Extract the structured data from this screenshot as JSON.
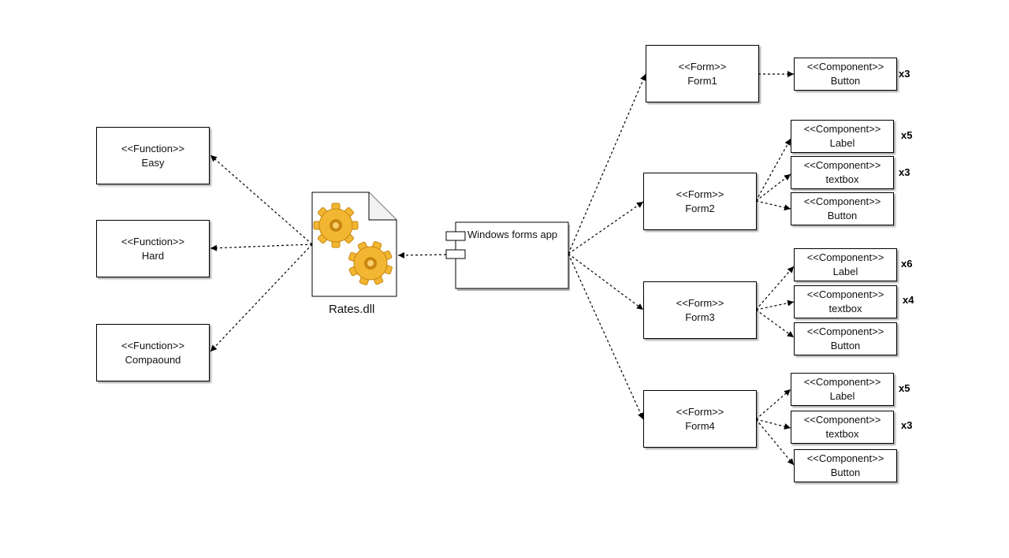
{
  "functions": [
    {
      "stereotype": "<<Function>>",
      "name": "Easy"
    },
    {
      "stereotype": "<<Function>>",
      "name": "Hard"
    },
    {
      "stereotype": "<<Function>>",
      "name": "Compaound"
    }
  ],
  "library": {
    "name": "Rates.dll"
  },
  "app": {
    "name": "Windows forms app"
  },
  "forms": [
    {
      "stereotype": "<<Form>>",
      "name": "Form1"
    },
    {
      "stereotype": "<<Form>>",
      "name": "Form2"
    },
    {
      "stereotype": "<<Form>>",
      "name": "Form3"
    },
    {
      "stereotype": "<<Form>>",
      "name": "Form4"
    }
  ],
  "components": [
    {
      "stereotype": "<<Component>>",
      "name": "Button",
      "mult": "x3"
    },
    {
      "stereotype": "<<Component>>",
      "name": "Label",
      "mult": "x5"
    },
    {
      "stereotype": "<<Component>>",
      "name": "textbox",
      "mult": "x3"
    },
    {
      "stereotype": "<<Component>>",
      "name": "Button",
      "mult": ""
    },
    {
      "stereotype": "<<Component>>",
      "name": "Label",
      "mult": "x6"
    },
    {
      "stereotype": "<<Component>>",
      "name": "textbox",
      "mult": "x4"
    },
    {
      "stereotype": "<<Component>>",
      "name": "Button",
      "mult": ""
    },
    {
      "stereotype": "<<Component>>",
      "name": "Label",
      "mult": "x5"
    },
    {
      "stereotype": "<<Component>>",
      "name": "textbox",
      "mult": "x3"
    },
    {
      "stereotype": "<<Component>>",
      "name": "Button",
      "mult": ""
    }
  ],
  "colors": {
    "line": "#000000",
    "gear_fill": "#f2b632",
    "gear_dark": "#c8860e"
  }
}
